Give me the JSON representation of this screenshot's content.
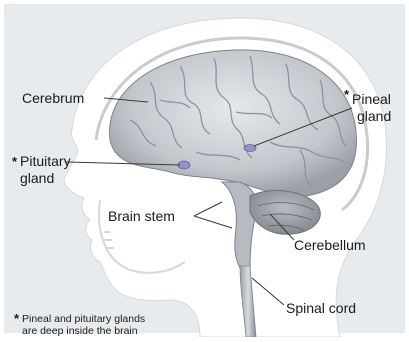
{
  "labels": {
    "cerebrum": "Cerebrum",
    "pineal_star": "*",
    "pineal_line1": "Pineal",
    "pineal_line2": "gland",
    "pituitary_star": "*",
    "pituitary_line1": "Pituitary",
    "pituitary_line2": "gland",
    "brain_stem": "Brain stem",
    "cerebellum": "Cerebellum",
    "spinal_cord": "Spinal cord"
  },
  "footnote": {
    "star": "*",
    "line1": "Pineal and pituitary glands",
    "line2": "are deep inside the brain"
  },
  "colors": {
    "background": "#e8ebee",
    "brain": "#c9cdd2",
    "gland": "#8f95c9"
  }
}
